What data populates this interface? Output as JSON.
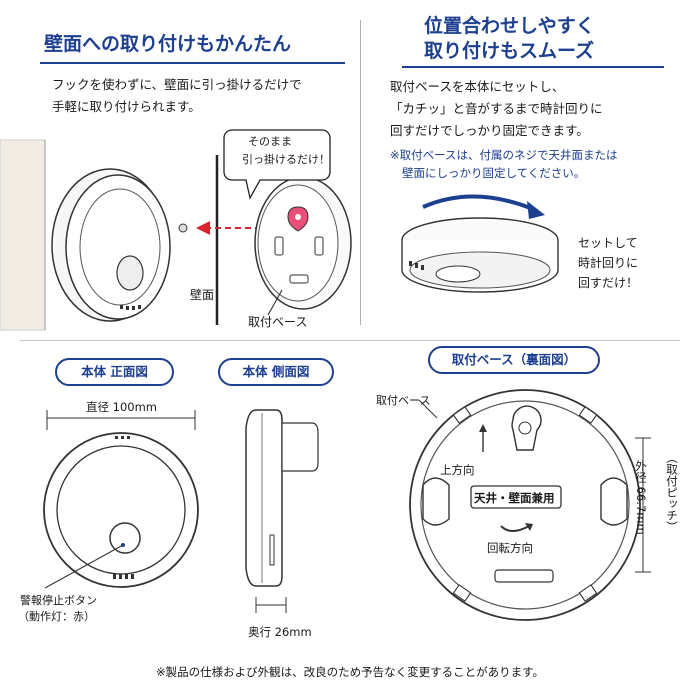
{
  "left_panel": {
    "title": "壁面への取り付けもかんたん",
    "desc_line1": "フックを使わずに、壁面に引っ掛けるだけで",
    "desc_line2": "手軽に取り付けられます。",
    "bubble_line1": "そのまま",
    "bubble_line2": "引っ掛けるだけ！",
    "wall_label": "壁面",
    "base_label": "取付ベース"
  },
  "right_panel": {
    "title_line1": "位置合わせしやすく",
    "title_line2": "取り付けもスムーズ",
    "desc_line1": "取付ベースを本体にセットし、",
    "desc_line2": "「カチッ」と音がするまで時計回りに",
    "desc_line3": "回すだけでしっかり固定できます。",
    "note_line1": "※取付ベースは、付属のネジで天井面または",
    "note_line2": "壁面にしっかり固定してください。",
    "turn_line1": "セットして",
    "turn_line2": "時計回りに",
    "turn_line3": "回すだけ！"
  },
  "front_view": {
    "pill": "本体 正面図",
    "diameter": "直径 100mm",
    "button_line1": "警報停止ボタン",
    "button_line2": "（動作灯：赤）"
  },
  "side_view": {
    "pill": "本体 側面図",
    "depth": "奥行 26mm"
  },
  "base_view": {
    "pill": "取付ベース（裏面図）",
    "base_label": "取付ベース",
    "up_label": "上方向",
    "mount_label": "天井・壁面兼用",
    "rotate_label": "回転方向",
    "outer_label": "外径 66.7mm",
    "pitch_label": "（取付ピッチ）"
  },
  "footer": {
    "note": "※製品の仕様および外観は、改良のため予告なく変更することがあります。"
  },
  "colors": {
    "accent": "#1d3f8f",
    "arrow_red": "#d9232e",
    "hook_pink": "#e8507a"
  }
}
